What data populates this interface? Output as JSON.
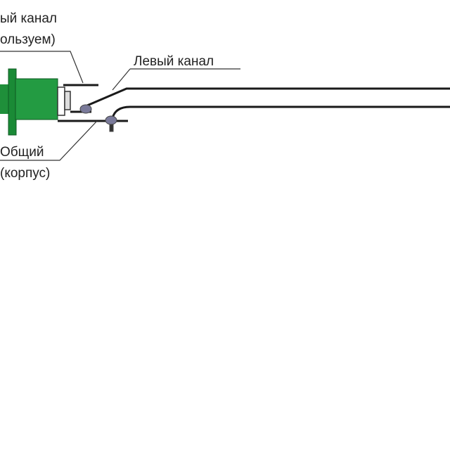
{
  "labels": {
    "right_channel_line1": "ый канал",
    "right_channel_line2": "ользуем)",
    "left_channel": "Левый канал",
    "common_line1": "Общий",
    "common_line2": "(корпус)"
  },
  "colors": {
    "connector": "#1f8f3a",
    "wire": "#1a1a1a",
    "solder": "#7a7a9a"
  }
}
